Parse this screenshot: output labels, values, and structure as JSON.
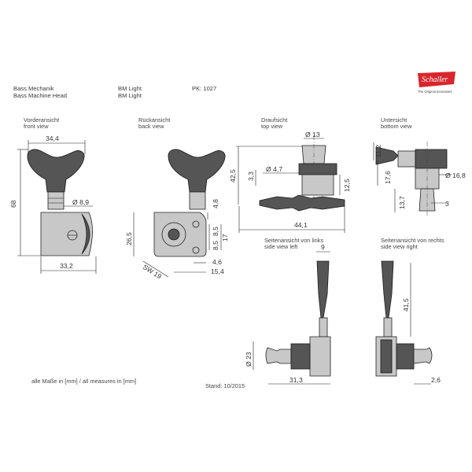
{
  "header": {
    "col1_line1": "Bass Mechanik",
    "col1_line2": "Bass Machine Head",
    "col2_line1": "BM Light",
    "col2_line2": "BM Light",
    "pk": "PK: 1027"
  },
  "logo": {
    "brand": "Schaller",
    "tagline": "The Original Innovators",
    "accent_color": "#d8262c"
  },
  "views": {
    "front": {
      "de": "Vorderansicht",
      "en": "front view"
    },
    "back": {
      "de": "Rückansicht",
      "en": "back view"
    },
    "top": {
      "de": "Draufsicht",
      "en": "top view"
    },
    "bottom": {
      "de": "Untersicht",
      "en": "bottom view"
    },
    "side_left": {
      "de": "Seitenansicht von links",
      "en": "side view left"
    },
    "side_right": {
      "de": "Seitenansicht von rechts",
      "en": "side view right"
    }
  },
  "dimensions": {
    "front": {
      "width_top": "34,4",
      "height": "68",
      "post_dia": "Ø 8,9",
      "width_bottom": "33,2"
    },
    "back": {
      "d1": "26,5",
      "d2": "4,8",
      "d3": "8,5",
      "d4": "8,5",
      "d5": "17",
      "d6": "4,6",
      "d7": "15,4",
      "sw": "SW 19"
    },
    "top": {
      "d_dia13": "Ø 13",
      "d_dia47": "Ø 4,7",
      "d_425": "42,5",
      "d_33": "3,3",
      "d_125": "12,5",
      "d_441": "44,1"
    },
    "bottom": {
      "d_112": "11,2",
      "d_176": "17,6",
      "d_dia168": "Ø 16,8",
      "d_137": "13,7",
      "d_3": "3"
    },
    "side_left": {
      "d_9": "9",
      "d_dia23": "Ø 23",
      "d_313": "31,3"
    },
    "side_right": {
      "d_415": "41,5",
      "d_26": "2,6"
    }
  },
  "footer": {
    "units": "alle Maße in [mm] / all measures in [mm]",
    "status": "Stand: 10/2015"
  }
}
